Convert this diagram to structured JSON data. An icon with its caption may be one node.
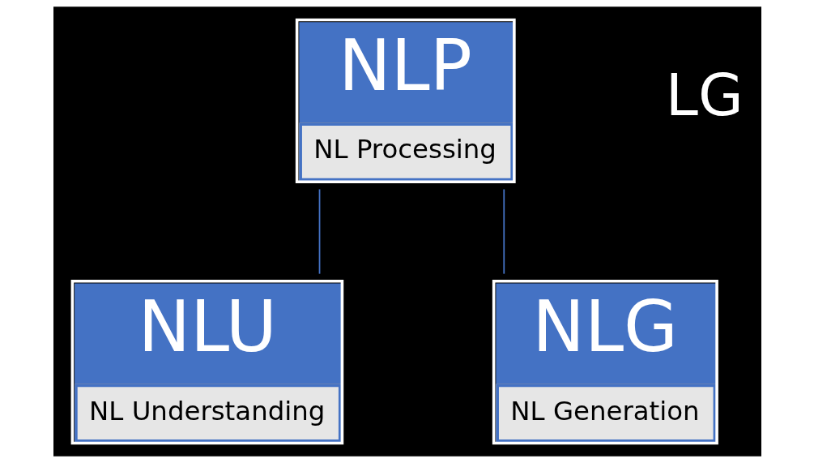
{
  "diagram": {
    "nodes": [
      {
        "text": [
          "NLP",
          "NL Processing"
        ]
      },
      {
        "text": [
          "NLU",
          "NL Understanding"
        ]
      },
      {
        "text": [
          "NLG",
          "NL Generation"
        ]
      }
    ],
    "edges": [
      {
        "from": 0,
        "to": 1,
        "arrow": "none"
      },
      {
        "from": 0,
        "to": 2,
        "arrow": "none"
      }
    ],
    "labels": [
      "LG"
    ]
  }
}
